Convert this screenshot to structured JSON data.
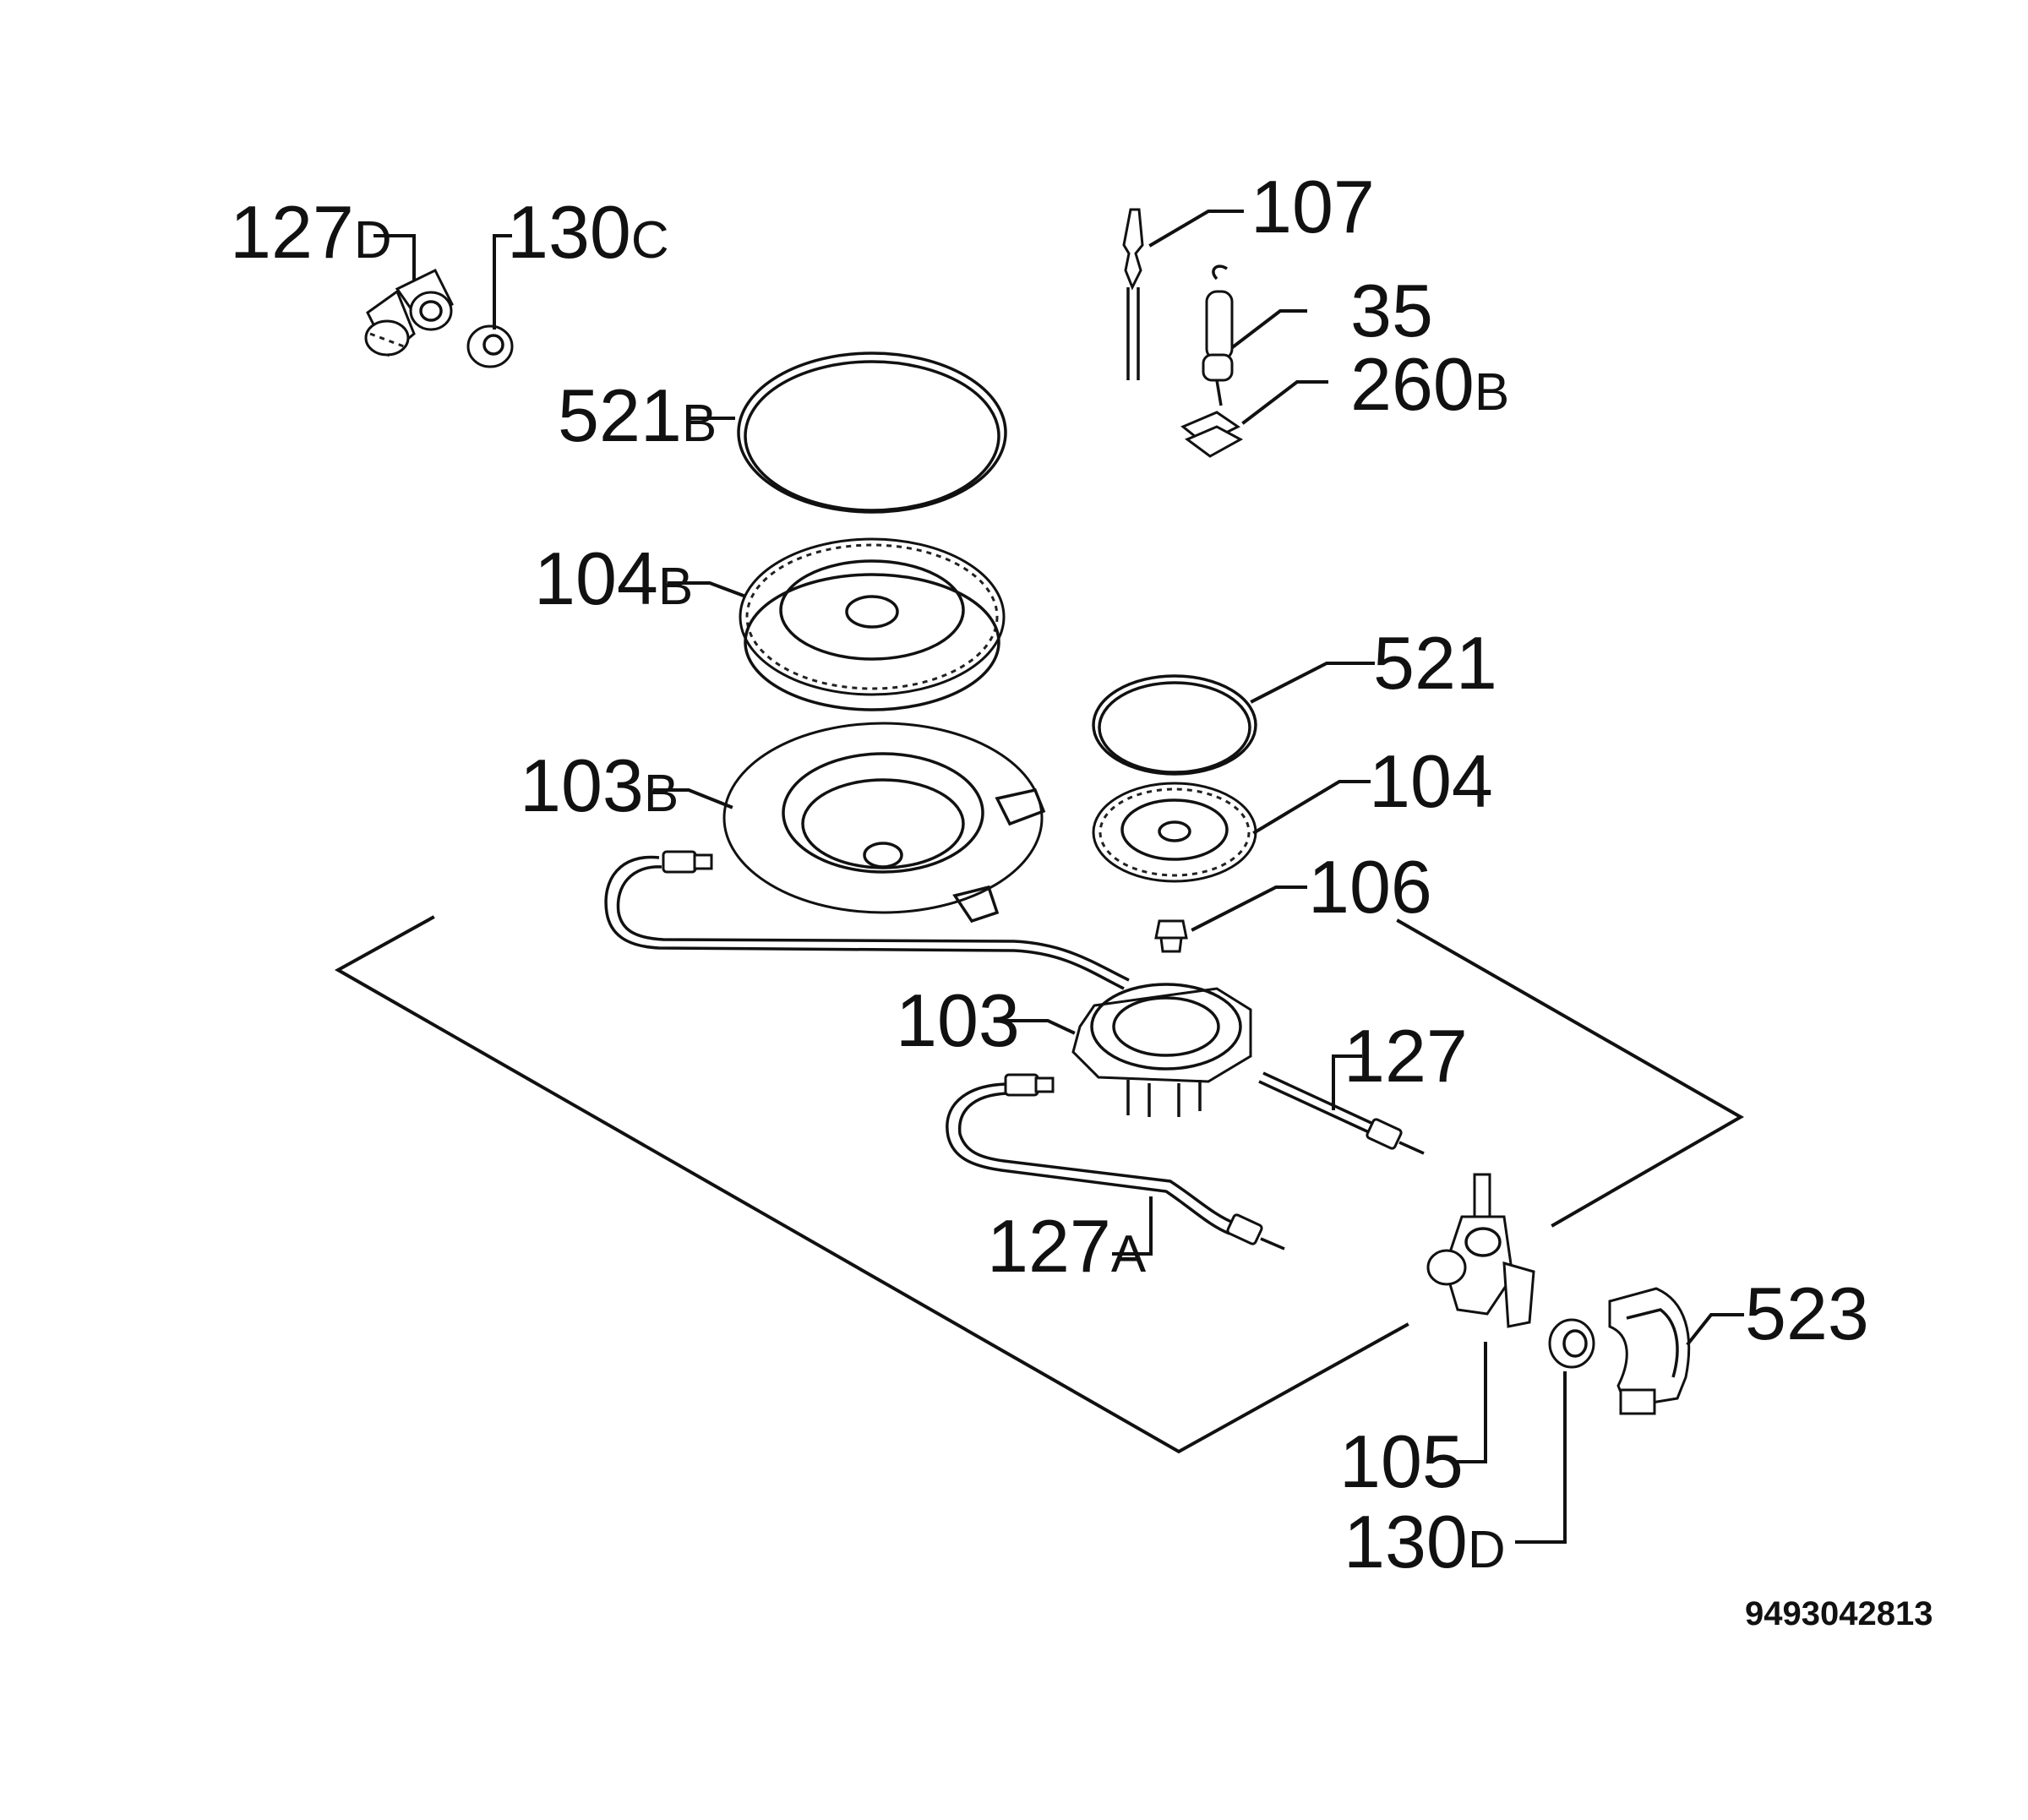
{
  "labels": {
    "l127d": {
      "num": "127",
      "suf": "D"
    },
    "l130c": {
      "num": "130",
      "suf": "C"
    },
    "l107": {
      "num": "107",
      "suf": ""
    },
    "l35": {
      "num": "35",
      "suf": ""
    },
    "l260b": {
      "num": "260",
      "suf": "B"
    },
    "l521b": {
      "num": "521",
      "suf": "B"
    },
    "l104b": {
      "num": "104",
      "suf": "B"
    },
    "l521": {
      "num": "521",
      "suf": ""
    },
    "l103b": {
      "num": "103",
      "suf": "B"
    },
    "l104": {
      "num": "104",
      "suf": ""
    },
    "l106": {
      "num": "106",
      "suf": ""
    },
    "l103": {
      "num": "103",
      "suf": ""
    },
    "l127": {
      "num": "127",
      "suf": ""
    },
    "l127a": {
      "num": "127",
      "suf": "A"
    },
    "l523": {
      "num": "523",
      "suf": ""
    },
    "l105": {
      "num": "105",
      "suf": ""
    },
    "l130d": {
      "num": "130",
      "suf": "D"
    }
  },
  "drawing_number": "9493042813"
}
